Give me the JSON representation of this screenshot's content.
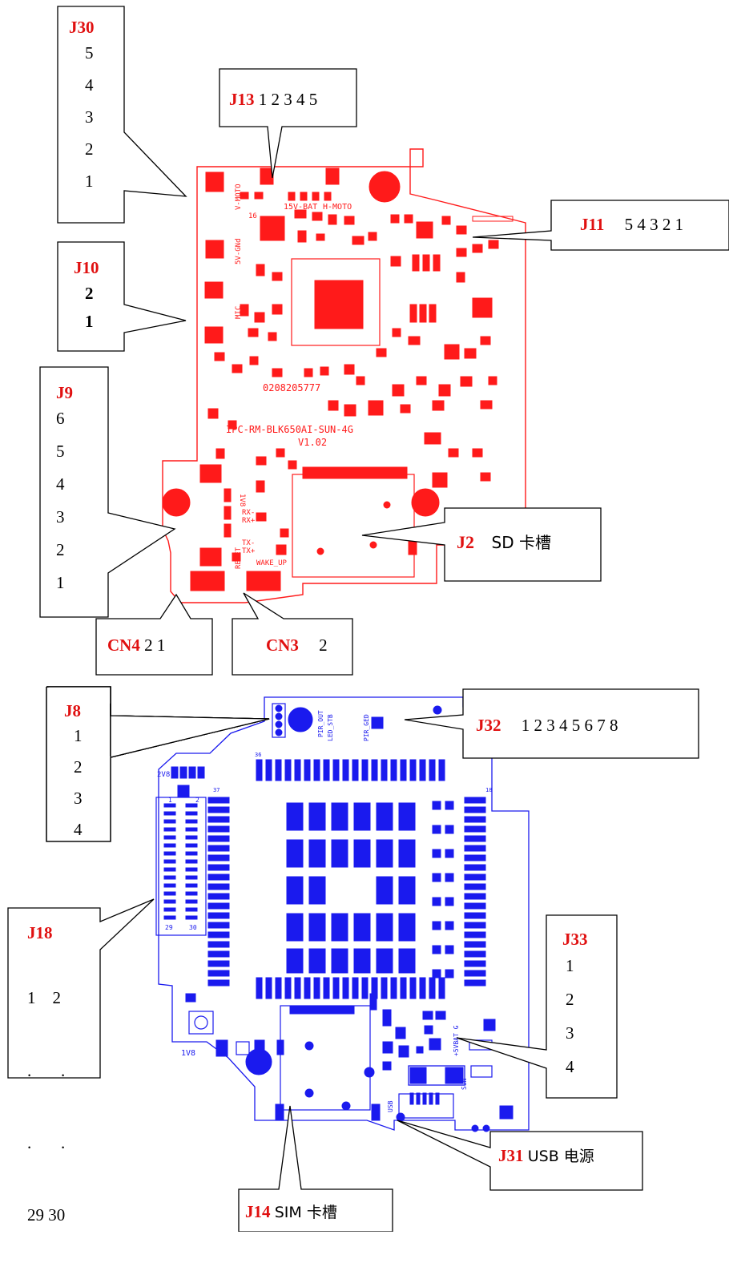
{
  "board_top": {
    "silk": {
      "v_moto": "V-MOTO",
      "bat": "15V-BAT",
      "h_moto": "H-MOTO",
      "v5": "5V-GNd",
      "pin_16": "16",
      "mic": "MIC",
      "serial": "0208205777",
      "model": "IPC-RM-BLK650AI-SUN-4G",
      "version": "V1.02",
      "v1v8": "1V8",
      "rx_minus": "RX-",
      "rx_plus": "RX+",
      "tx_minus": "TX-",
      "tx_plus": "TX+",
      "reset": "RESET",
      "wake_up": "WAKE_UP"
    }
  },
  "board_bottom": {
    "silk": {
      "pir_out": "PIR_OUT",
      "led_stb": "LED_STB",
      "pir_ged": "PIR_GED",
      "v2v8": "2V8",
      "v1v8": "1V8",
      "vbat": "+5VBAT G",
      "sun": "SUN",
      "usb": "USB",
      "n1": "1",
      "n2": "2",
      "n29": "29",
      "n30": "30",
      "n37": "37",
      "n36": "36",
      "n18": "18"
    }
  },
  "callouts": {
    "j30": {
      "id": "J30",
      "pins": [
        "5",
        "4",
        "3",
        "2",
        "1"
      ]
    },
    "j13": {
      "id": "J13",
      "text": "1 2 3 4 5"
    },
    "j11": {
      "id": "J11",
      "text": "5 4 3 2 1"
    },
    "j10": {
      "id": "J10",
      "pins": [
        "2",
        "1"
      ]
    },
    "j9": {
      "id": "J9",
      "pins": [
        "6",
        "5",
        "4",
        "3",
        "2",
        "1"
      ]
    },
    "j2": {
      "id": "J2",
      "text": "SD 卡槽"
    },
    "cn4": {
      "id": "CN4",
      "text": "2 1"
    },
    "cn3": {
      "id": "CN3",
      "text": "2"
    },
    "j8": {
      "id": "J8",
      "pins": [
        "1",
        "2",
        "3",
        "4"
      ]
    },
    "j32": {
      "id": "J32",
      "text": "1 2 3 4 5 6 7 8"
    },
    "j18": {
      "id": "J18",
      "rows": [
        "1    2",
        ".       .",
        ".       .",
        "29 30"
      ]
    },
    "j33": {
      "id": "J33",
      "pins": [
        "1",
        "2",
        "3",
        "4"
      ]
    },
    "j31": {
      "id": "J31",
      "text": "USB 电源"
    },
    "j14": {
      "id": "J14",
      "text": "SIM 卡槽"
    }
  },
  "colors": {
    "top_board": "#ff1a1a",
    "bottom_board": "#1a1aee",
    "id_text": "#e01010"
  }
}
